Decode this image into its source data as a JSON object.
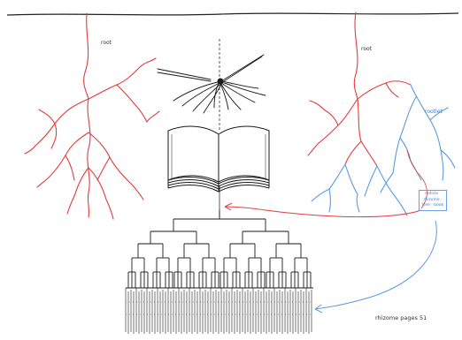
{
  "labels": {
    "left_root": "root",
    "right_root": "root",
    "rootlet": "rootlet",
    "note": "radicle · rhizome · tree · book",
    "caption": "rhizome pages 51"
  },
  "colors": {
    "ink": "#1a1a1a",
    "red_root": "#e23b3b",
    "blue_rootlet": "#5b9be0"
  },
  "icons": [
    "quill-bundle-icon",
    "open-book-icon",
    "dendrogram-tree-icon"
  ]
}
